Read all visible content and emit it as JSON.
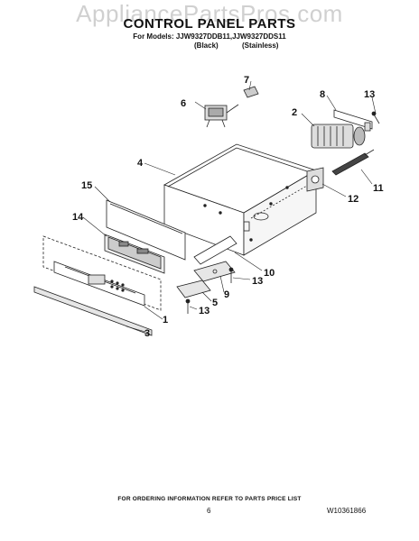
{
  "watermark": "AppliancePartsPros.com",
  "header": {
    "title": "CONTROL PANEL PARTS",
    "models": "For Models: JJW9327DDB11,JJW9327DDS11",
    "variants": [
      "(Black)",
      "(Stainless)"
    ]
  },
  "callouts": {
    "c1": "1",
    "c2": "2",
    "c3": "3",
    "c4": "4",
    "c5": "5",
    "c6": "6",
    "c7": "7",
    "c8": "8",
    "c9": "9",
    "c10": "10",
    "c11": "11",
    "c12": "12",
    "c13a": "13",
    "c13b": "13",
    "c13c": "13",
    "c14": "14",
    "c15": "15"
  },
  "footer": {
    "ordering_note": "FOR ORDERING INFORMATION REFER TO PARTS PRICE LIST",
    "page_number": "6",
    "document_number": "W10361866"
  }
}
